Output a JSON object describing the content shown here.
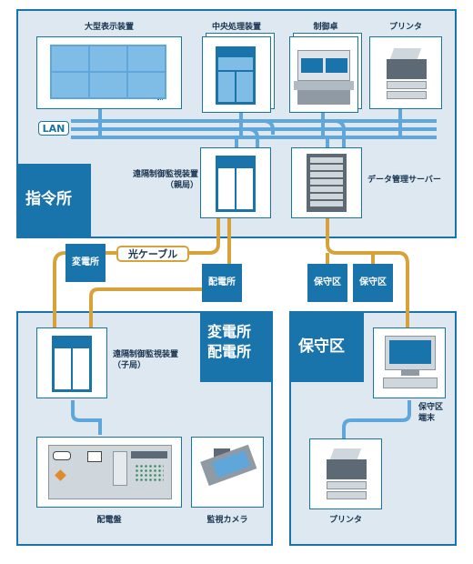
{
  "zones": {
    "hq": "指令所",
    "substation_line1": "変電所",
    "substation_line2": "配電所",
    "maintenance": "保守区"
  },
  "devices": {
    "large_display": "大型表示装置",
    "cpu": "中央処理装置",
    "console": "制御卓",
    "printer_top": "プリンタ",
    "remote_parent": "遠隔制御監視装置\n（親局）",
    "data_server": "データ管理サーバー",
    "remote_child": "遠隔制御監視装置\n（子局）",
    "distribution_board": "配電盤",
    "camera": "監視カメラ",
    "terminal": "保守区\n端末",
    "printer_bottom": "プリンタ"
  },
  "network": {
    "lan": "LAN",
    "optical_cable": "光ケーブル"
  },
  "tags": {
    "substation": "変電所",
    "distribution": "配電所",
    "maintenance_1": "保守区",
    "maintenance_2": "保守区"
  },
  "colors": {
    "primary_blue": "#1a74ac",
    "panel_bg": "#dde8f1",
    "fiber_gold": "#d8a23a",
    "light_blue": "#5fa7da"
  }
}
